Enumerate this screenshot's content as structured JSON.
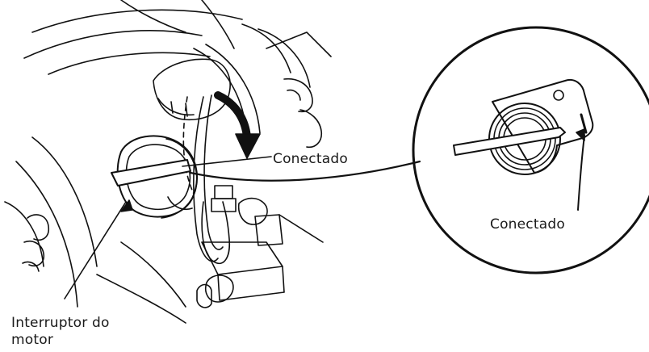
{
  "labels": {
    "connected_main": "Conectado",
    "connected_zoom": "Conectado",
    "engine_switch": "Interruptor do motor"
  },
  "colors": {
    "line": "#111111",
    "background": "#ffffff"
  }
}
